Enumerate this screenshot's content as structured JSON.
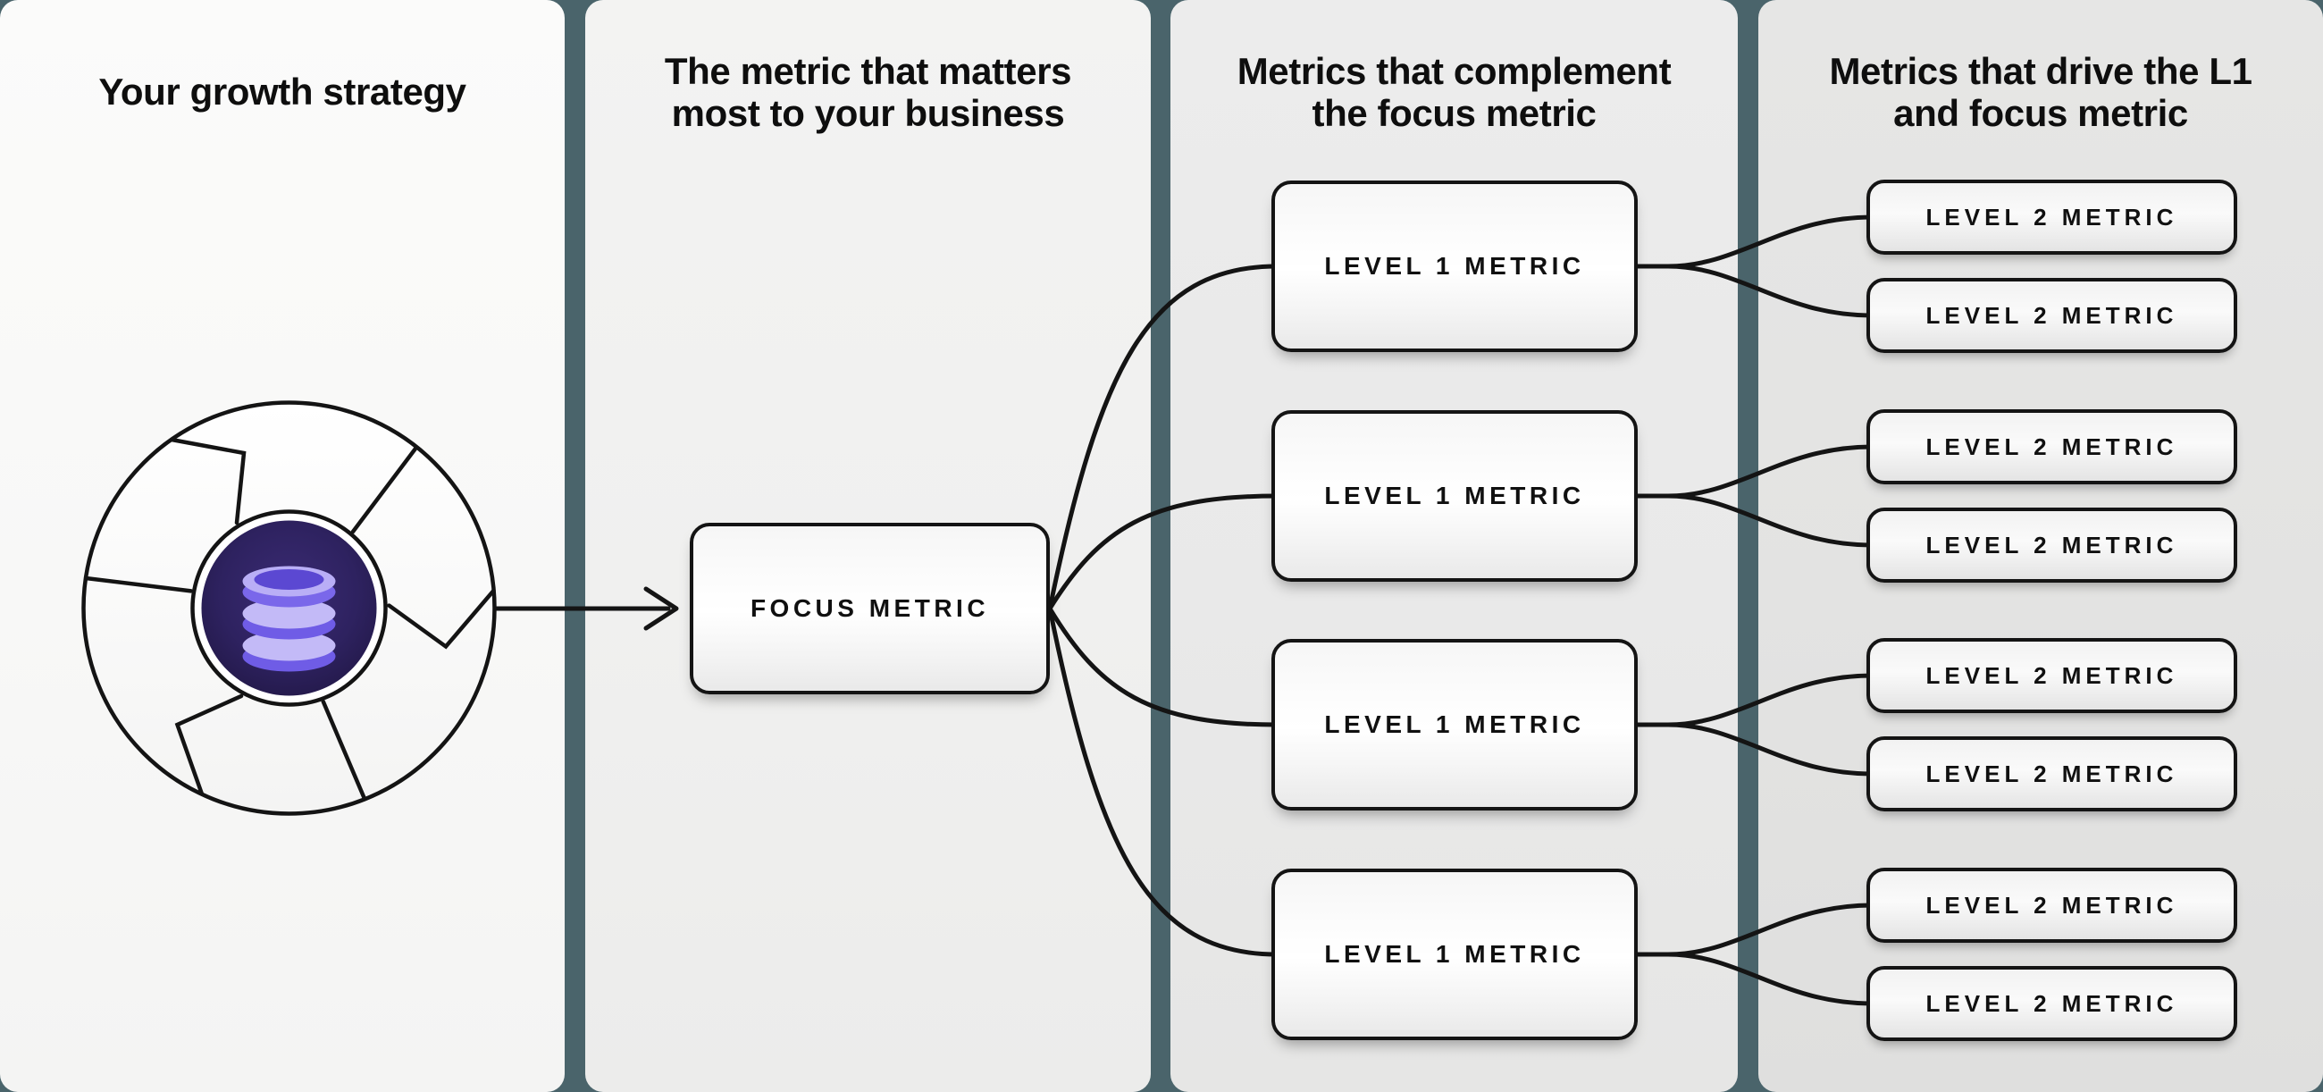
{
  "canvas": {
    "background_color": "#4a646b",
    "line_color": "#141414",
    "accent_purple": "#8472ee",
    "dark_indigo": "#2b2060"
  },
  "columns": [
    {
      "title_lines": [
        "Your growth strategy"
      ]
    },
    {
      "title_lines": [
        "The metric that matters",
        "most to your business"
      ]
    },
    {
      "title_lines": [
        "Metrics that complement",
        "the focus metric"
      ]
    },
    {
      "title_lines": [
        "Metrics that drive the L1",
        "and focus metric"
      ]
    }
  ],
  "nodes": {
    "focus": {
      "label": "FOCUS METRIC"
    },
    "level1": [
      {
        "label": "LEVEL 1 METRIC"
      },
      {
        "label": "LEVEL 1 METRIC"
      },
      {
        "label": "LEVEL 1 METRIC"
      },
      {
        "label": "LEVEL 1 METRIC"
      }
    ],
    "level2": [
      {
        "label": "LEVEL 2 METRIC"
      },
      {
        "label": "LEVEL 2 METRIC"
      },
      {
        "label": "LEVEL 2 METRIC"
      },
      {
        "label": "LEVEL 2 METRIC"
      },
      {
        "label": "LEVEL 2 METRIC"
      },
      {
        "label": "LEVEL 2 METRIC"
      },
      {
        "label": "LEVEL 2 METRIC"
      },
      {
        "label": "LEVEL 2 METRIC"
      }
    ]
  },
  "icons": {
    "flywheel": "flywheel-with-database",
    "arrow": "arrow-right"
  }
}
